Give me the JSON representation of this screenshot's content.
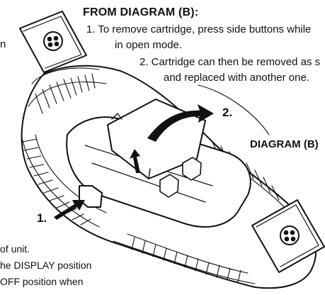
{
  "heading": "FROM DIAGRAM (B):",
  "instructions": {
    "step1_line1": "1. To remove cartridge, press side buttons while",
    "step1_line2": "in open mode.",
    "step2_line1": "2. Cartridge can then be removed as s",
    "step2_line2": "and replaced with another one."
  },
  "diagram_label": "DIAGRAM (B)",
  "callouts": {
    "one": "1.",
    "two": "2."
  },
  "left_text": {
    "line1": "of unit.",
    "line2": "he DISPLAY position",
    "line3": "OFF position when"
  },
  "left_top_fragment": "n"
}
